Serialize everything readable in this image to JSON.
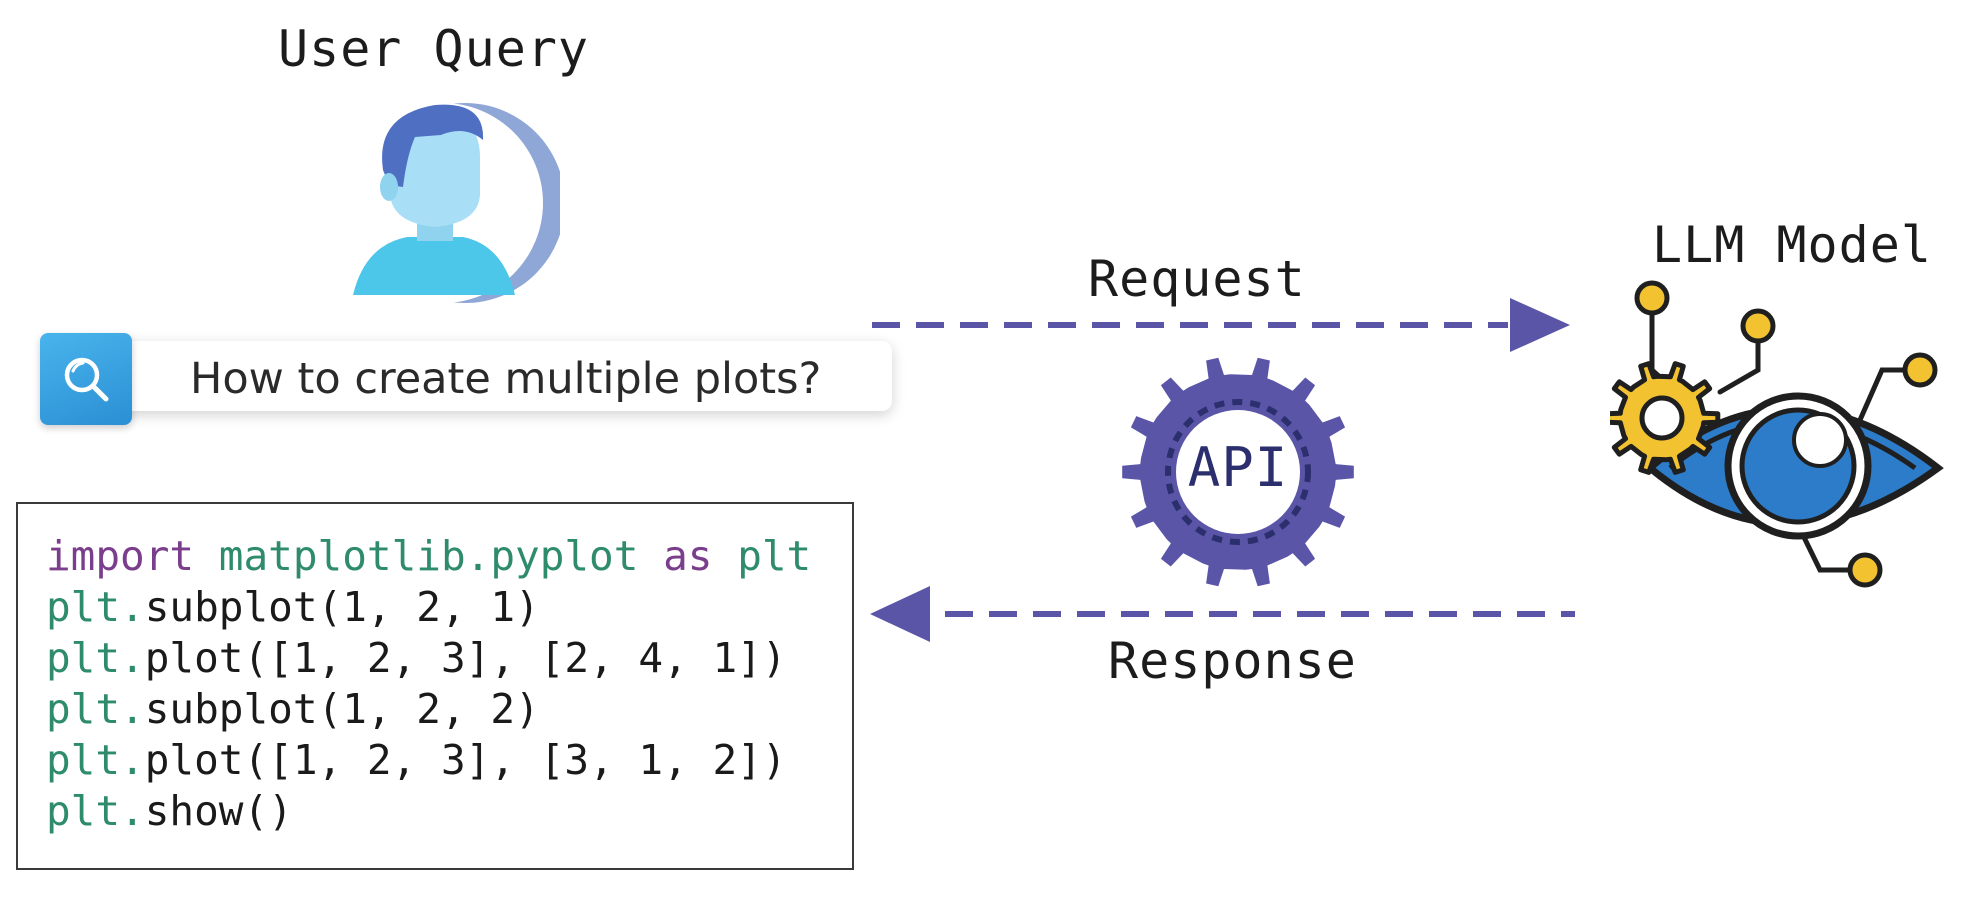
{
  "user_query": {
    "title": "User Query",
    "question": "How to create multiple plots?"
  },
  "code_lines": [
    [
      {
        "t": "import ",
        "c": "kw"
      },
      {
        "t": "matplotlib.pyplot ",
        "c": "mod"
      },
      {
        "t": "as ",
        "c": "kw"
      },
      {
        "t": "plt",
        "c": "mod"
      }
    ],
    [
      {
        "t": "plt.",
        "c": "mod"
      },
      {
        "t": "subplot(1, 2, 1)",
        "c": "txt"
      }
    ],
    [
      {
        "t": "plt.",
        "c": "mod"
      },
      {
        "t": "plot([1, 2, 3], [2, 4, 1])",
        "c": "txt"
      }
    ],
    [
      {
        "t": "plt.",
        "c": "mod"
      },
      {
        "t": "subplot(1, 2, 2)",
        "c": "txt"
      }
    ],
    [
      {
        "t": "plt.",
        "c": "mod"
      },
      {
        "t": "plot([1, 2, 3], [3, 1, 2])",
        "c": "txt"
      }
    ],
    [
      {
        "t": "plt.",
        "c": "mod"
      },
      {
        "t": "show()",
        "c": "txt"
      }
    ]
  ],
  "flow": {
    "request_label": "Request",
    "response_label": "Response",
    "api_label": "API"
  },
  "llm": {
    "title": "LLM Model"
  },
  "icons": {
    "avatar": "user-avatar-icon",
    "search": "search-icon",
    "api": "gear-icon",
    "llm": "robotic-eye-icon"
  },
  "colors": {
    "arrow": "#5b55a8",
    "gear": "#5b55a8",
    "search_button": "#3aa3e3",
    "eye_blue": "#2d7cc9",
    "node_yellow": "#f2c230",
    "keyword": "#7a3e8c",
    "module": "#2e8b6b"
  }
}
